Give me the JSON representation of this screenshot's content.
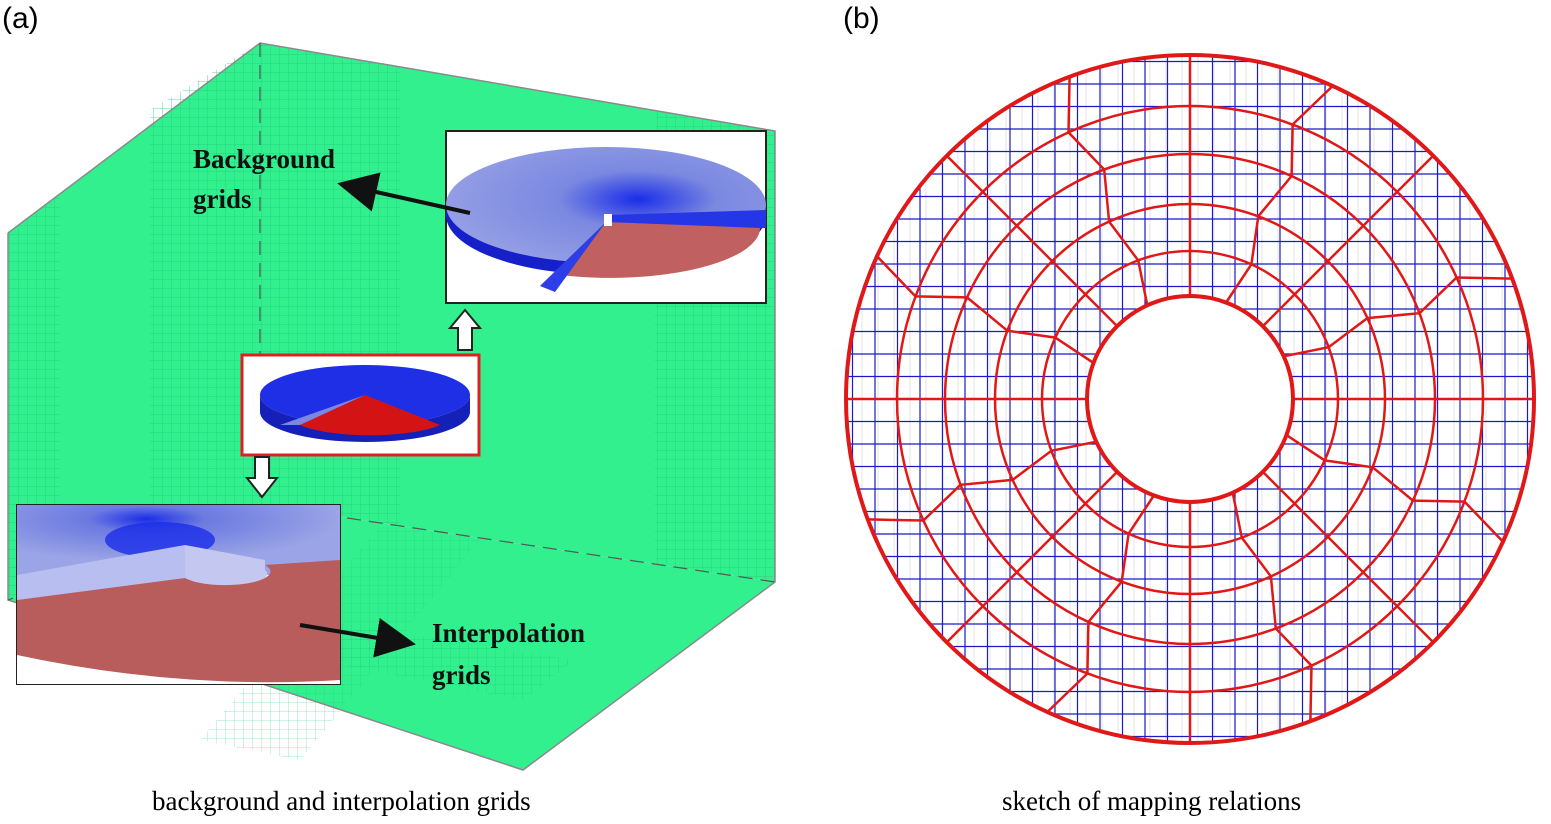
{
  "panels": {
    "a": {
      "label": "(a)",
      "caption": "background and interpolation grids",
      "annotations": {
        "background_line1": "Background",
        "background_line2": "grids",
        "interp_line1": "Interpolation",
        "interp_line2": "grids"
      }
    },
    "b": {
      "label": "(b)",
      "caption": "sketch of mapping relations"
    }
  },
  "colors": {
    "background_fill": "#33f08f",
    "grid_line": "#1bc87a",
    "disk_blue": "#2233ee",
    "disk_red": "#d41414",
    "highlight_box": "#e02020",
    "mapping_red": "#e01818",
    "mapping_blue": "#1a1ac8"
  }
}
